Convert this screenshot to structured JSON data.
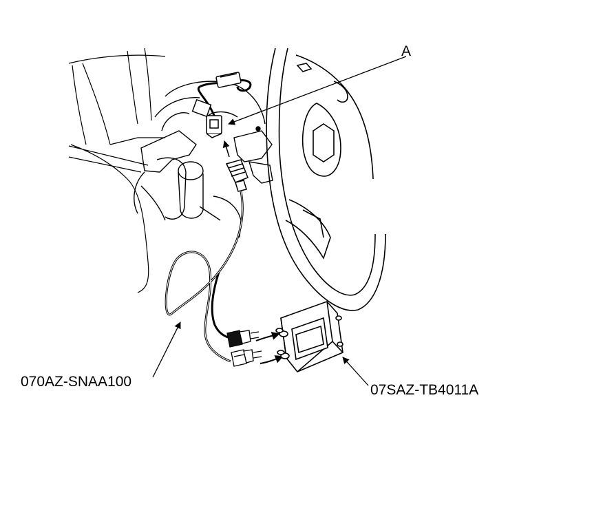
{
  "labels": {
    "connector_a": "A",
    "harness": "070AZ-SNAA100",
    "simulator_box": "07SAZ-TB4011A"
  },
  "colors": {
    "line": "#000000",
    "background": "#ffffff"
  }
}
